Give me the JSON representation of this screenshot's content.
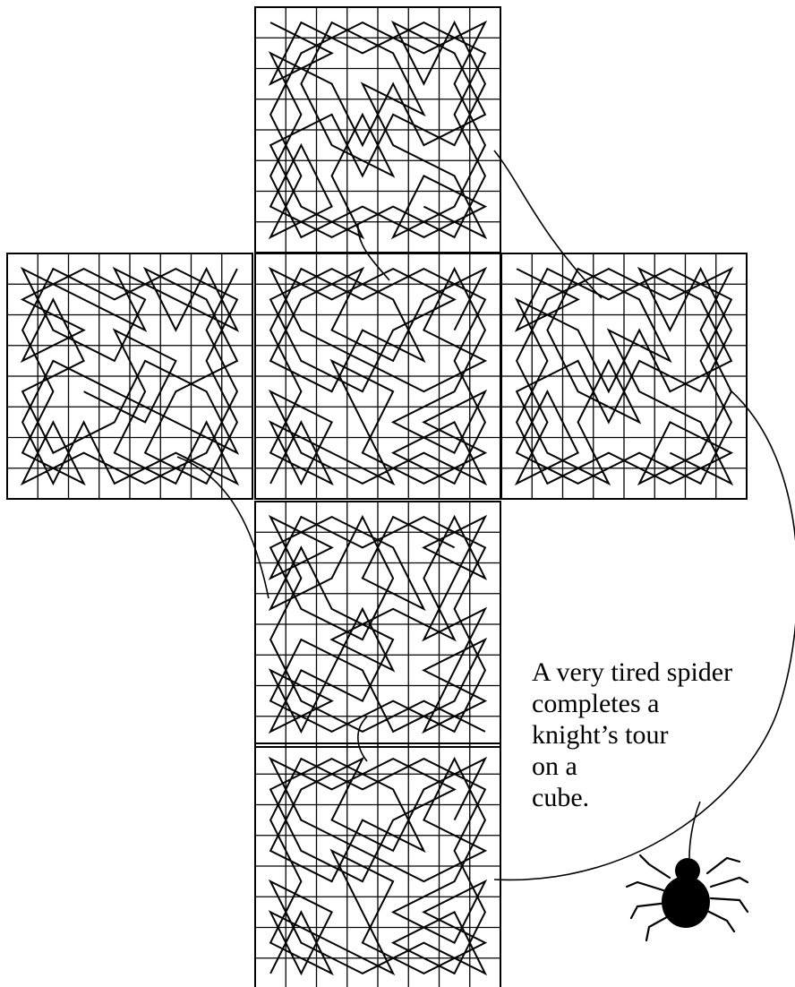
{
  "caption": {
    "lines": [
      "A very tired spider",
      "completes a",
      "knight’s tour",
      "on a",
      "cube."
    ]
  },
  "board": {
    "faces": [
      "top",
      "left",
      "front",
      "right",
      "bottom",
      "back"
    ],
    "squares_per_side": 8
  },
  "colors": {
    "ink": "#000000",
    "paper": "#ffffff"
  },
  "icons": [
    "spider-icon"
  ]
}
